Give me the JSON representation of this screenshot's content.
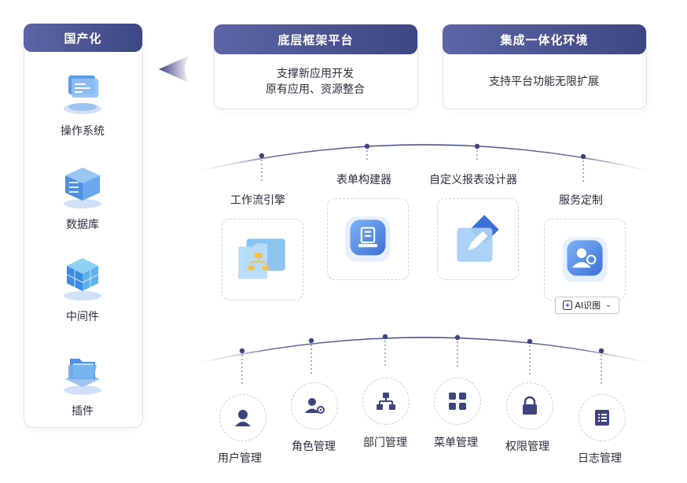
{
  "left_panel": {
    "title": "国产化",
    "items": [
      {
        "label": "操作系统",
        "icon": "os-stack-icon"
      },
      {
        "label": "数据库",
        "icon": "database-icon"
      },
      {
        "label": "中间件",
        "icon": "middleware-cube-icon"
      },
      {
        "label": "插件",
        "icon": "plugin-folder-icon"
      }
    ]
  },
  "top_cards": [
    {
      "title": "底层框架平台",
      "lines": [
        "支撑新应用开发",
        "原有应用、资源整合"
      ]
    },
    {
      "title": "集成一体化环境",
      "lines": [
        "支持平台功能无限扩展"
      ]
    }
  ],
  "modules": [
    {
      "label": "工作流引擎",
      "icon": "workflow-icon"
    },
    {
      "label": "表单构建器",
      "icon": "form-builder-icon"
    },
    {
      "label": "自定义报表设计器",
      "icon": "report-designer-icon"
    },
    {
      "label": "服务定制",
      "icon": "service-custom-icon"
    }
  ],
  "bottom_items": [
    {
      "label": "用户管理",
      "icon": "user-icon"
    },
    {
      "label": "角色管理",
      "icon": "role-gear-icon"
    },
    {
      "label": "部门管理",
      "icon": "org-chart-icon"
    },
    {
      "label": "菜单管理",
      "icon": "grid-menu-icon"
    },
    {
      "label": "权限管理",
      "icon": "lock-icon"
    },
    {
      "label": "日志管理",
      "icon": "log-list-icon"
    }
  ],
  "ai_badge": {
    "label": "AI识图",
    "icon": "ai-sparkle-icon",
    "caret": "chevron-down-icon"
  },
  "colors": {
    "primary": "#4a5290",
    "primary_light": "#5c66a6",
    "line": "#3d4480"
  }
}
